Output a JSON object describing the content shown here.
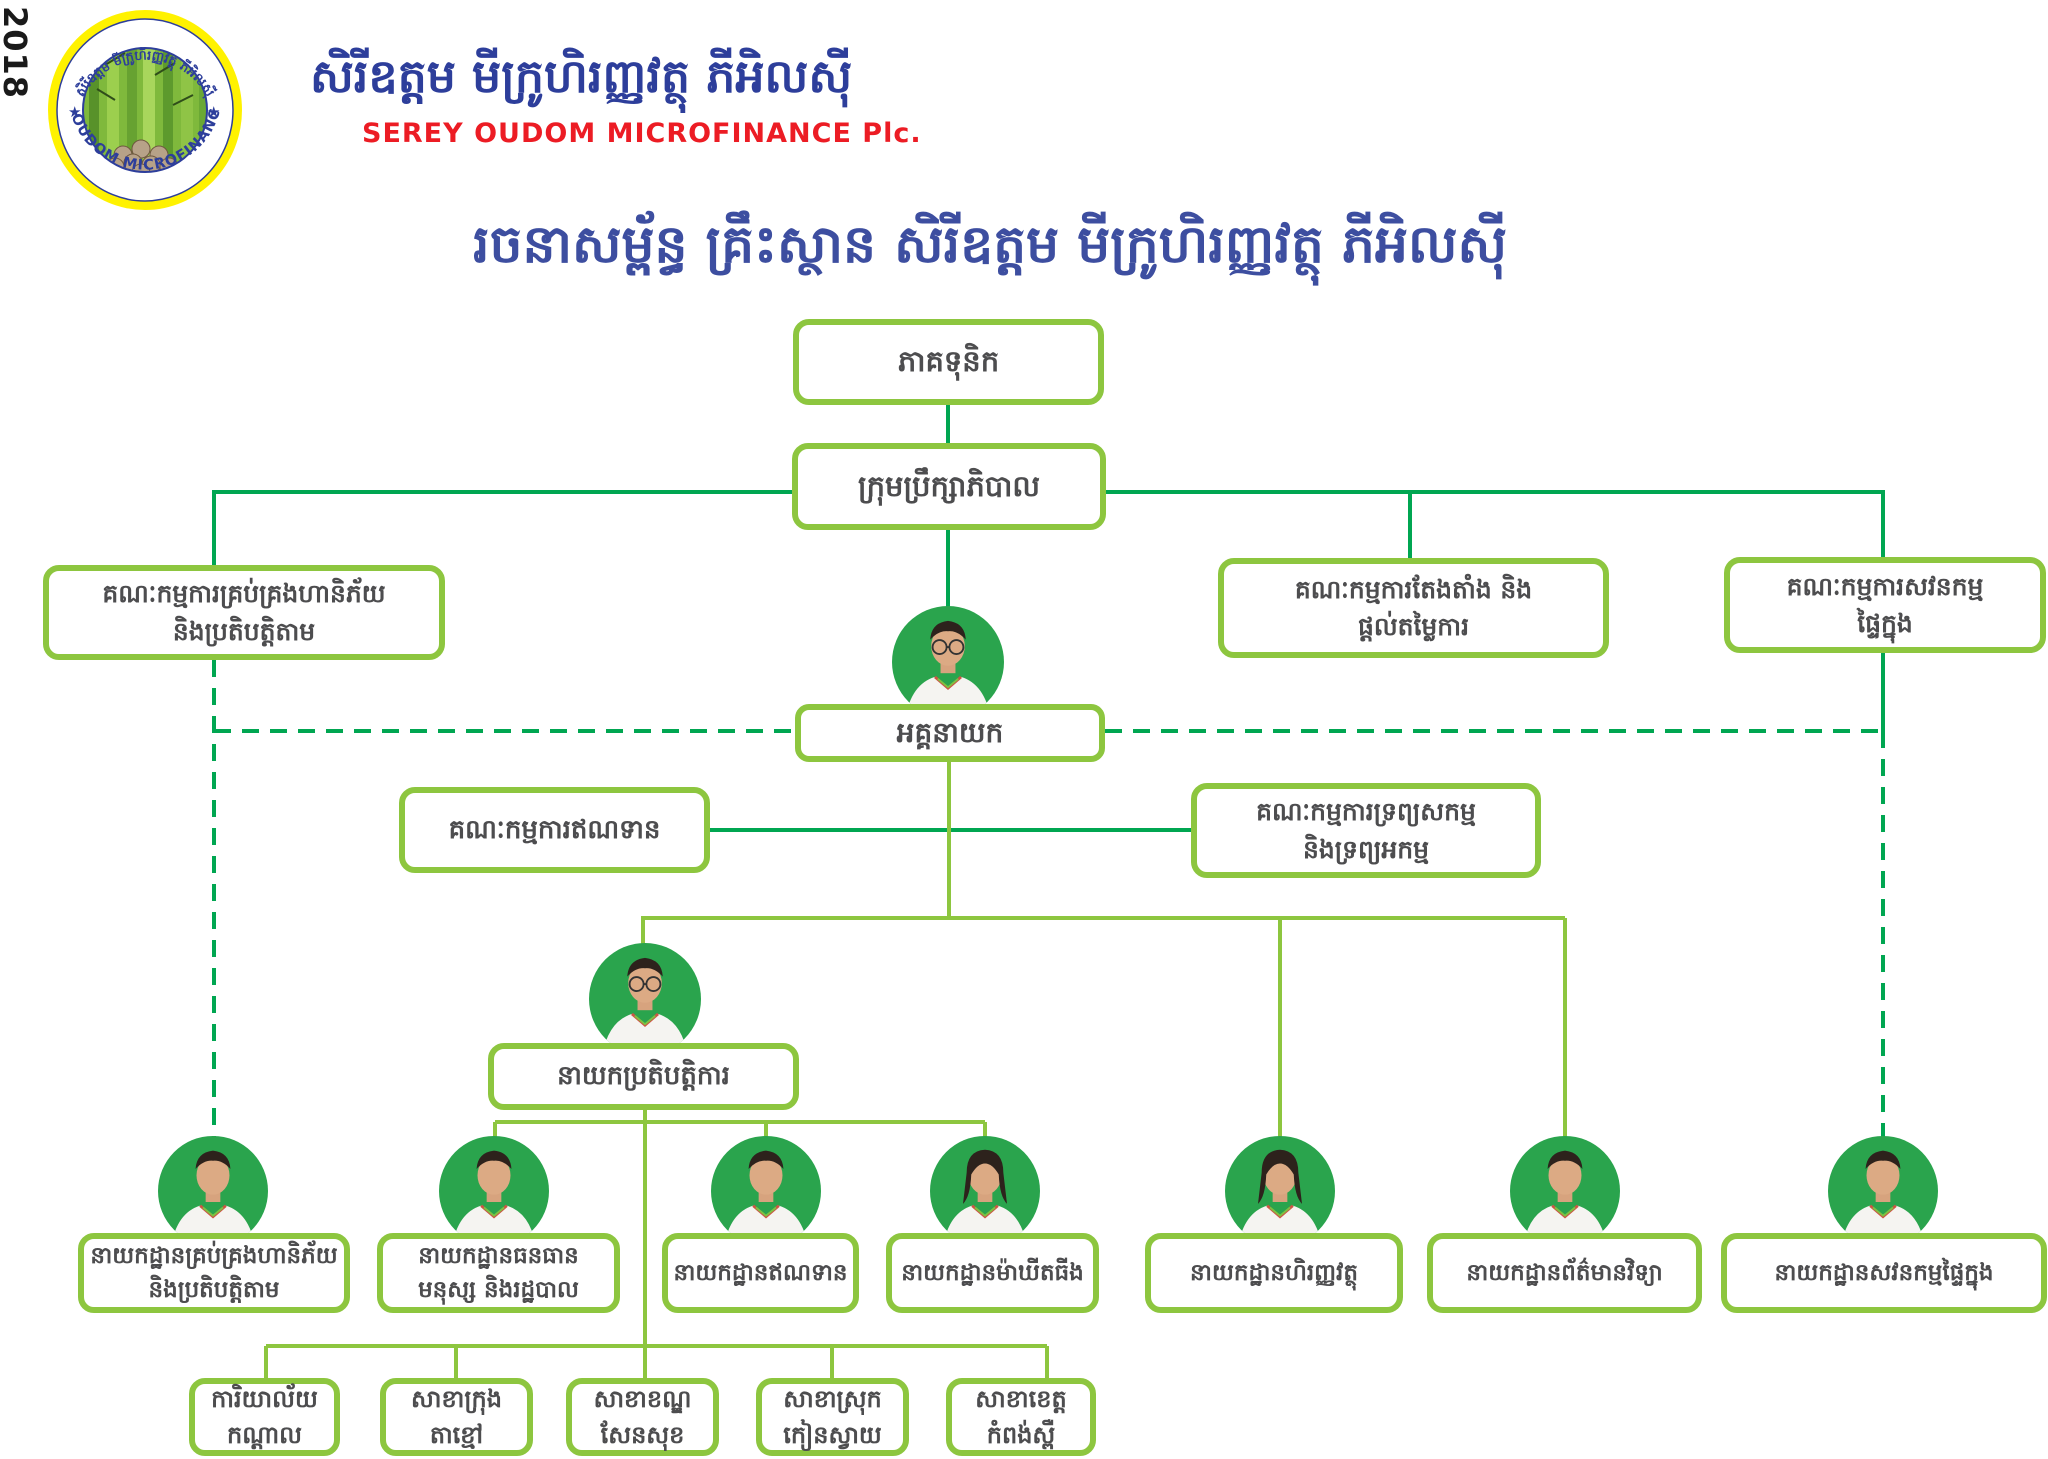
{
  "meta": {
    "year": "2018"
  },
  "header": {
    "company_khmer": "សិរីឧត្តម មីក្រូហិរញ្ញវត្ថុ ភីអិលស៊ី",
    "company_english": "SEREY OUDOM MICROFINANCE Plc.",
    "title": "រចនាសម្ព័ន្ធ គ្រឹះស្ថាន សិរីឧត្តម មីក្រូហិរញ្ញវត្ថុ ភីអិលស៊ី",
    "logo": {
      "ring_text_khmer": "សិរីឧត្តម មីក្រូហិរញ្ញវត្ថុ ភីអិលស៊ី",
      "ring_text_english": "SEREY OUDOM MICROFINANCE PLC.",
      "star_left": "★",
      "star_right": "★"
    }
  },
  "colors": {
    "box_border_green": "#8dc63f",
    "connector_green": "#00a651",
    "connector_light_green": "#8dc63f",
    "box_text": "#4d4d4f",
    "title_blue": "#3d4ea0",
    "company_blue": "#2d3e9b",
    "subtitle_red": "#ec1c24",
    "photo_bg_green": "#2aa44d",
    "logo_yellow": "#fff200"
  },
  "org": {
    "shareholders": {
      "label": "ភាគទុនិក"
    },
    "board": {
      "label": "ក្រុមប្រឹក្សាភិបាល"
    },
    "risk_committee": {
      "line1": "គណៈកម្មការគ្រប់គ្រងហានិភ័យ",
      "line2": "និងប្រតិបត្តិតាម"
    },
    "nomination_committee": {
      "line1": "គណៈកម្មការតែងតាំង និង",
      "line2": "ផ្តល់តម្លៃការ"
    },
    "audit_committee": {
      "line1": "គណៈកម្មការសវនកម្ម",
      "line2": "ផ្ទៃក្នុង"
    },
    "ceo": {
      "label": "អគ្គនាយក"
    },
    "credit_committee": {
      "label": "គណៈកម្មការឥណទាន"
    },
    "alco_committee": {
      "line1": "គណៈកម្មការទ្រព្យសកម្ម",
      "line2": "និងទ្រព្យអកម្ម"
    },
    "operations_director": {
      "label": "នាយកប្រតិបត្តិការ"
    },
    "departments": [
      {
        "line1": "នាយកដ្ឋានគ្រប់គ្រងហានិភ័យ",
        "line2": "និងប្រតិបត្តិតាម"
      },
      {
        "line1": "នាយកដ្ឋានធនធាន",
        "line2": "មនុស្ស និងរដ្ឋបាល"
      },
      {
        "label": "នាយកដ្ឋានឥណទាន"
      },
      {
        "label": "នាយកដ្ឋានម៉ាឃីតធីង"
      },
      {
        "label": "នាយកដ្ឋានហិរញ្ញវត្ថុ"
      },
      {
        "label": "នាយកដ្ឋានព័ត៌មានវិទ្យា"
      },
      {
        "label": "នាយកដ្ឋានសវនកម្មផ្ទៃក្នុង"
      }
    ],
    "branches": [
      {
        "line1": "ការិយាល័យ",
        "line2": "កណ្តាល"
      },
      {
        "line1": "សាខាក្រុង",
        "line2": "តាខ្មៅ"
      },
      {
        "line1": "សាខាខណ្ឌ",
        "line2": "សែនសុខ"
      },
      {
        "line1": "សាខាស្រុក",
        "line2": "កៀនស្វាយ"
      },
      {
        "line1": "សាខាខេត្ត",
        "line2": "កំពង់ស្ពឺ"
      }
    ]
  }
}
